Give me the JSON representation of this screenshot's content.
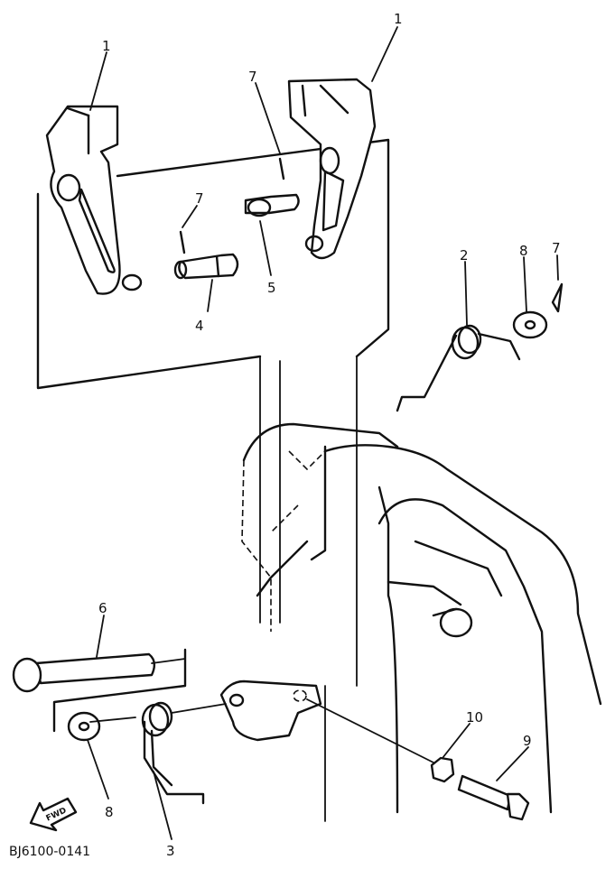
{
  "diagram": {
    "code": "BJ6100-0141",
    "fwd_label": "FWD",
    "callouts": {
      "c1_left": "1",
      "c1_right": "1",
      "c2": "2",
      "c3": "3",
      "c4": "4",
      "c5": "5",
      "c6": "6",
      "c7_upper": "7",
      "c7_left": "7",
      "c7_right": "7",
      "c8_upper": "8",
      "c8_lower": "8",
      "c9": "9",
      "c10": "10"
    }
  }
}
